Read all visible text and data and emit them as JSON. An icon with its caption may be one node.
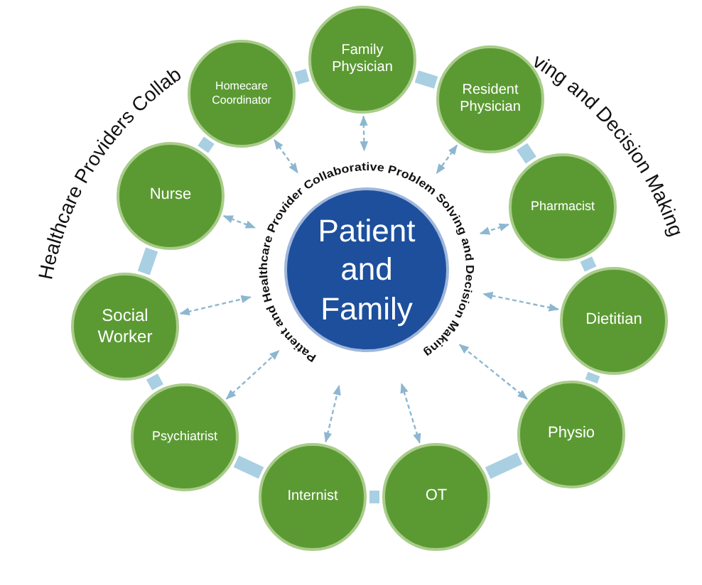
{
  "diagram": {
    "nodes": [
      {
        "text": [
          "Patient and Family"
        ]
      },
      {
        "text": [
          "Family Physician"
        ]
      },
      {
        "text": [
          "Resident Physician"
        ]
      },
      {
        "text": [
          "Pharmacist"
        ]
      },
      {
        "text": [
          "Dietitian"
        ]
      },
      {
        "text": [
          "Physio"
        ]
      },
      {
        "text": [
          "OT"
        ]
      },
      {
        "text": [
          "Internist"
        ]
      },
      {
        "text": [
          "Psychiatrist"
        ]
      },
      {
        "text": [
          "Social Worker"
        ]
      },
      {
        "text": [
          "Nurse"
        ]
      },
      {
        "text": [
          "Homecare Coordinator"
        ]
      }
    ],
    "edges": [
      {
        "from": 1,
        "to": 2,
        "arrow": "none",
        "style": "thick"
      },
      {
        "from": 2,
        "to": 3,
        "arrow": "none",
        "style": "thick"
      },
      {
        "from": 3,
        "to": 4,
        "arrow": "none",
        "style": "thick"
      },
      {
        "from": 4,
        "to": 5,
        "arrow": "none",
        "style": "thick"
      },
      {
        "from": 5,
        "to": 6,
        "arrow": "none",
        "style": "thick"
      },
      {
        "from": 6,
        "to": 7,
        "arrow": "none",
        "style": "thick"
      },
      {
        "from": 7,
        "to": 8,
        "arrow": "none",
        "style": "thick"
      },
      {
        "from": 8,
        "to": 9,
        "arrow": "none",
        "style": "thick"
      },
      {
        "from": 9,
        "to": 10,
        "arrow": "none",
        "style": "thick"
      },
      {
        "from": 10,
        "to": 11,
        "arrow": "none",
        "style": "thick"
      },
      {
        "from": 11,
        "to": 1,
        "arrow": "none",
        "style": "thick"
      },
      {
        "from": 1,
        "to": 0,
        "arrow": "both",
        "style": "dashed"
      },
      {
        "from": 2,
        "to": 0,
        "arrow": "both",
        "style": "dashed"
      },
      {
        "from": 3,
        "to": 0,
        "arrow": "both",
        "style": "dashed"
      },
      {
        "from": 4,
        "to": 0,
        "arrow": "both",
        "style": "dashed"
      },
      {
        "from": 5,
        "to": 0,
        "arrow": "both",
        "style": "dashed"
      },
      {
        "from": 6,
        "to": 0,
        "arrow": "both",
        "style": "dashed"
      },
      {
        "from": 7,
        "to": 0,
        "arrow": "both",
        "style": "dashed"
      },
      {
        "from": 8,
        "to": 0,
        "arrow": "both",
        "style": "dashed"
      },
      {
        "from": 9,
        "to": 0,
        "arrow": "both",
        "style": "dashed"
      },
      {
        "from": 10,
        "to": 0,
        "arrow": "both",
        "style": "dashed"
      },
      {
        "from": 11,
        "to": 0,
        "arrow": "both",
        "style": "dashed"
      }
    ],
    "labels": [
      "Healthcare Providers Collab",
      "ving and Decision Making",
      "Patient and Healthcare Provider Collaborative Problem Solving and Decision Making"
    ]
  }
}
